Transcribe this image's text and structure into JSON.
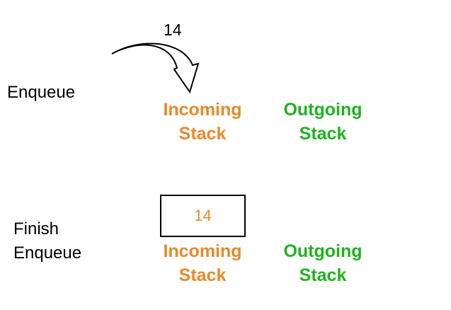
{
  "top_section": {
    "step_label": "Enqueue",
    "pushed_value": "14",
    "incoming": {
      "line1": "Incoming",
      "line2": "Stack"
    },
    "outgoing": {
      "line1": "Outgoing",
      "line2": "Stack"
    }
  },
  "bottom_section": {
    "step_label_line1": "Finish",
    "step_label_line2": "Enqueue",
    "incoming_items": [
      "14"
    ],
    "incoming": {
      "line1": "Incoming",
      "line2": "Stack"
    },
    "outgoing": {
      "line1": "Outgoing",
      "line2": "Stack"
    }
  },
  "colors": {
    "incoming": "#e8892b",
    "outgoing": "#1fb21f",
    "text": "#000000"
  },
  "icons": {
    "push_arrow": "curved-arrow-icon"
  }
}
